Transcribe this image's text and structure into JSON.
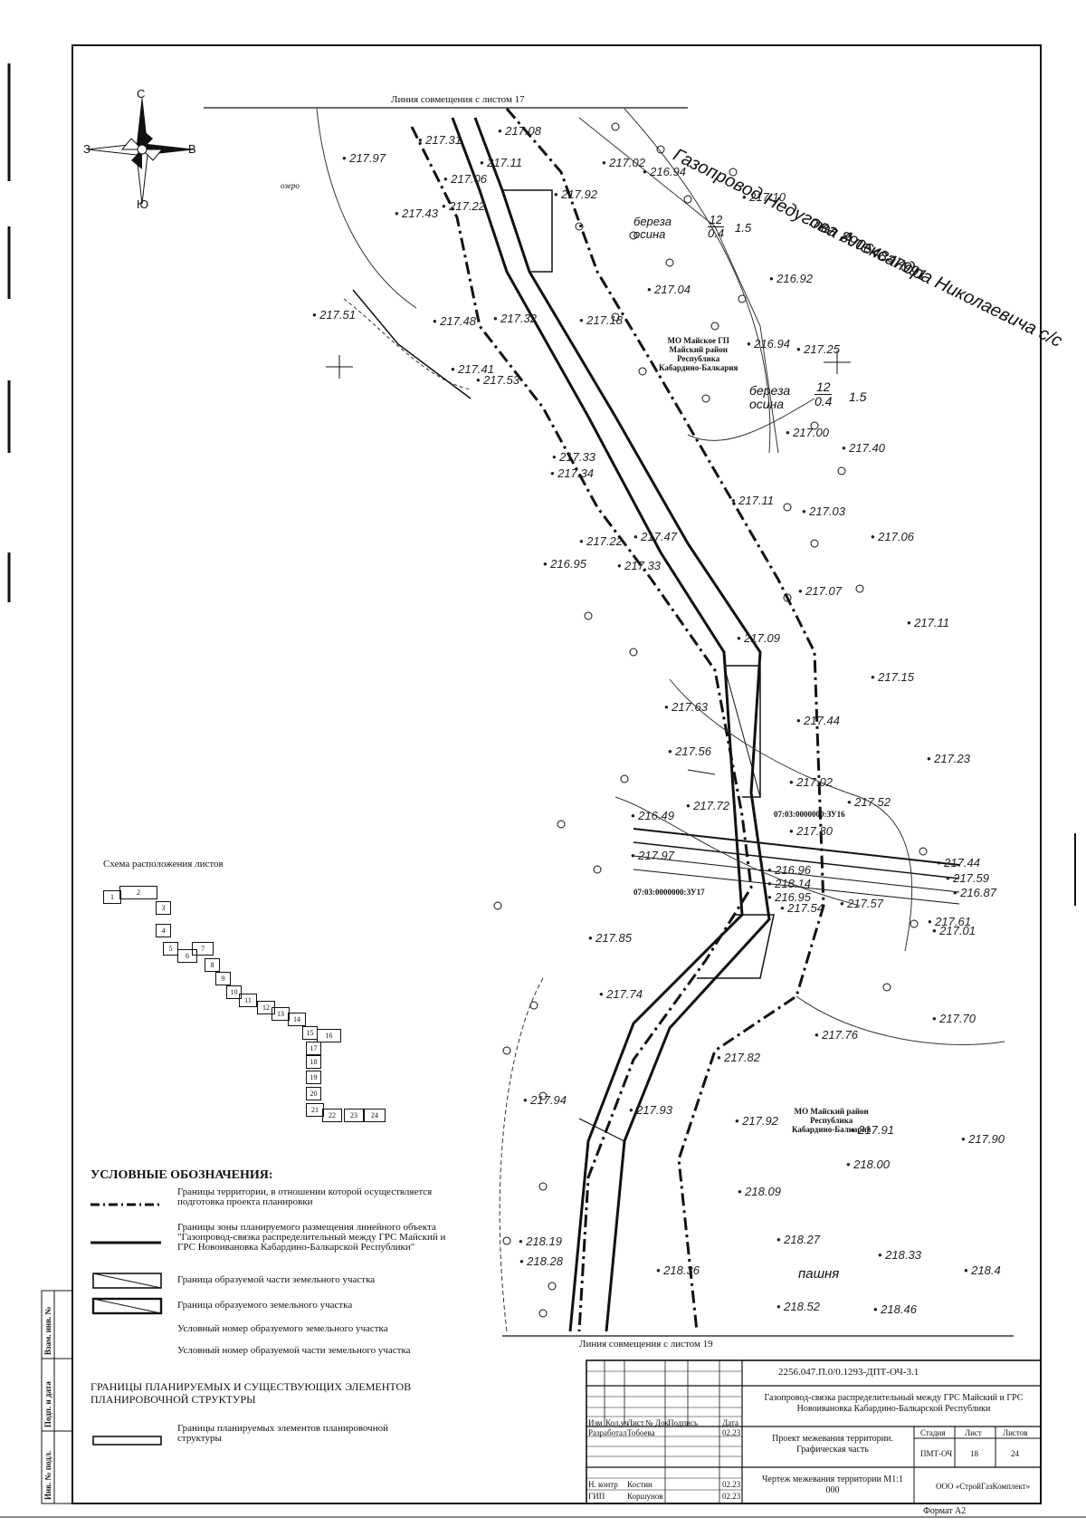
{
  "compass": {
    "north": "С",
    "south": "Ю",
    "west": "З",
    "east": "В"
  },
  "match_lines": {
    "top": "Линия совмещения с листом 17",
    "bottom": "Линия совмещения с листом 19"
  },
  "map_labels": {
    "pipeline_owner": "Газопровод Недугова Александра Николаевича с/с",
    "phone": "тел 89064847991",
    "mo_majskoe": [
      "МО Майское ГП",
      "Майский район",
      "Республика",
      "Кабардино-Балкария"
    ],
    "mo_majskij": [
      "МО Майский район",
      "Республика",
      "Кабардино-Балкария"
    ],
    "tree1_species": [
      "береза",
      "осина"
    ],
    "tree1_fraction": [
      "12",
      "0.4"
    ],
    "tree1_value": "1.5",
    "tree2_species": [
      "береза",
      "осина"
    ],
    "tree2_fraction": [
      "12",
      "0.4"
    ],
    "tree2_value": "1.5",
    "field": "пашня",
    "lake": "озеро",
    "parcel_code_1": "07:03:0000000:ЗУ16",
    "parcel_code_2": "07:03:0000000:ЗУ17"
  },
  "elevations": [
    {
      "t": "217.08"
    },
    {
      "t": "217.97"
    },
    {
      "t": "217.31"
    },
    {
      "t": "217.11"
    },
    {
      "t": "217.02"
    },
    {
      "t": "216.94"
    },
    {
      "t": "217.06"
    },
    {
      "t": "217.92"
    },
    {
      "t": "217.10"
    },
    {
      "t": "217.22"
    },
    {
      "t": "217.43"
    },
    {
      "t": "217.04"
    },
    {
      "t": "216.92"
    },
    {
      "t": "217.51"
    },
    {
      "t": "217.48"
    },
    {
      "t": "217.32"
    },
    {
      "t": "217.18"
    },
    {
      "t": "216.94"
    },
    {
      "t": "217.25"
    },
    {
      "t": "217.41"
    },
    {
      "t": "217.53"
    },
    {
      "t": "217.00"
    },
    {
      "t": "217.40"
    },
    {
      "t": "217.33"
    },
    {
      "t": "217.34"
    },
    {
      "t": "217.11"
    },
    {
      "t": "217.03"
    },
    {
      "t": "217.22"
    },
    {
      "t": "217.47"
    },
    {
      "t": "217.06"
    },
    {
      "t": "216.95"
    },
    {
      "t": "217.33"
    },
    {
      "t": "217.07"
    },
    {
      "t": "217.11"
    },
    {
      "t": "217.09"
    },
    {
      "t": "217.15"
    },
    {
      "t": "217.63"
    },
    {
      "t": "217.44"
    },
    {
      "t": "217.56"
    },
    {
      "t": "217.23"
    },
    {
      "t": "217.02"
    },
    {
      "t": "217.52"
    },
    {
      "t": "217.72"
    },
    {
      "t": "216.49"
    },
    {
      "t": "217.80"
    },
    {
      "t": "217.44"
    },
    {
      "t": "217.59"
    },
    {
      "t": "216.96"
    },
    {
      "t": "216.87"
    },
    {
      "t": "217.97"
    },
    {
      "t": "218.14"
    },
    {
      "t": "216.95"
    },
    {
      "t": "217.54"
    },
    {
      "t": "217.57"
    },
    {
      "t": "217.61"
    },
    {
      "t": "217.01"
    },
    {
      "t": "217.85"
    },
    {
      "t": "217.74"
    },
    {
      "t": "217.70"
    },
    {
      "t": "217.76"
    },
    {
      "t": "217.82"
    },
    {
      "t": "217.94"
    },
    {
      "t": "217.93"
    },
    {
      "t": "217.92"
    },
    {
      "t": "217.91"
    },
    {
      "t": "217.90"
    },
    {
      "t": "218.00"
    },
    {
      "t": "218.09"
    },
    {
      "t": "218.19"
    },
    {
      "t": "218.28"
    },
    {
      "t": "218.36"
    },
    {
      "t": "218.27"
    },
    {
      "t": "218.33"
    },
    {
      "t": "218.4"
    },
    {
      "t": "218.52"
    },
    {
      "t": "218.46"
    }
  ],
  "sheet_scheme": {
    "title": "Схема расположения листов",
    "sheets": [
      "1",
      "2",
      "3",
      "4",
      "5",
      "6",
      "7",
      "8",
      "9",
      "10",
      "11",
      "12",
      "13",
      "14",
      "15",
      "16",
      "17",
      "18",
      "19",
      "20",
      "21",
      "22",
      "23",
      "24"
    ]
  },
  "legend": {
    "title": "УСЛОВНЫЕ ОБОЗНАЧЕНИЯ:",
    "items": [
      "Границы территории, в отношении которой осуществляется подготовка проекта планировки",
      "Границы зоны планируемого размещения линейного объекта \"Газопровод-связка распределительный между ГРС Майский и ГРС Новоивановка Кабардино-Балкарской Республики\"",
      "Граница образуемой части земельного участка",
      "Граница образуемого земельного участка",
      "Условный номер образуемого земельного участка",
      "Условный номер образуемой части земельного участка"
    ],
    "structure_title": "ГРАНИЦЫ ПЛАНИРУЕМЫХ И СУЩЕСТВУЮЩИХ ЭЛЕМЕНТОВ ПЛАНИРОВОЧНОЙ СТРУКТУРЫ",
    "structure_item": "Границы планируемых элементов планировочной структуры"
  },
  "side_labels": [
    "Взам. инв. №",
    "Подп. и дата",
    "Инв. № подл."
  ],
  "stamp": {
    "code": "2256.047.П.0/0.1293-ДПТ-ОЧ-3.1",
    "project": "Газопровод-связка распределительный между ГРС Майский и ГРС Новоивановка Кабардино-Балкарской Республики",
    "headers": [
      "Изм",
      "Кол.уч",
      "Лист",
      "№ Док",
      "Подпись",
      "Дата"
    ],
    "rows": [
      {
        "role": "Разработал",
        "name": "Тобоева",
        "date": "02.23"
      },
      {
        "role": "Н. контр",
        "name": "Костин",
        "date": "02.23"
      },
      {
        "role": "ГИП",
        "name": "Коршунов",
        "date": "02.23"
      }
    ],
    "section": "Проект межевания территории. Графическая часть",
    "drawing": "Чертеж межевания территории М1:1 000",
    "stage_label": "Стадия",
    "sheet_label": "Лист",
    "sheets_label": "Листов",
    "stage": "ПМТ-ОЧ",
    "sheet": "18",
    "sheets": "24",
    "company": "ООО «СтройГазКомплект»",
    "format": "Формат А2"
  }
}
